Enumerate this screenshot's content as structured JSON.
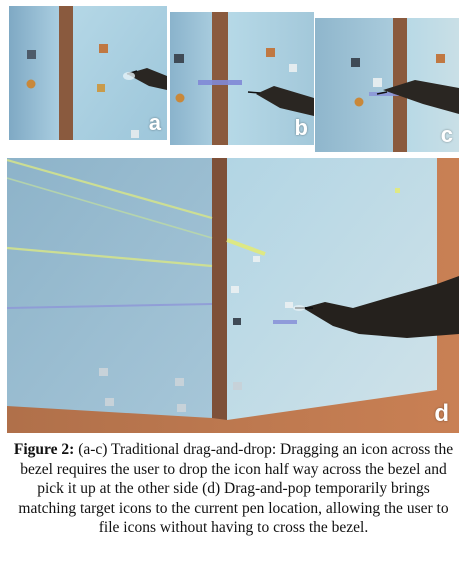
{
  "figure": {
    "panels": [
      {
        "id": "a",
        "label": "a"
      },
      {
        "id": "b",
        "label": "b"
      },
      {
        "id": "c",
        "label": "c"
      },
      {
        "id": "d",
        "label": "d"
      }
    ],
    "caption": {
      "label": "Figure 2:",
      "text": " (a-c) Traditional drag-and-drop: Dragging an icon across the bezel requires the user to drop the icon half way across the bezel and pick it up at the other side (d) Drag-and-pop temporarily brings matching target icons to the current pen location, allowing the user to file icons without having to cross the bezel."
    }
  }
}
